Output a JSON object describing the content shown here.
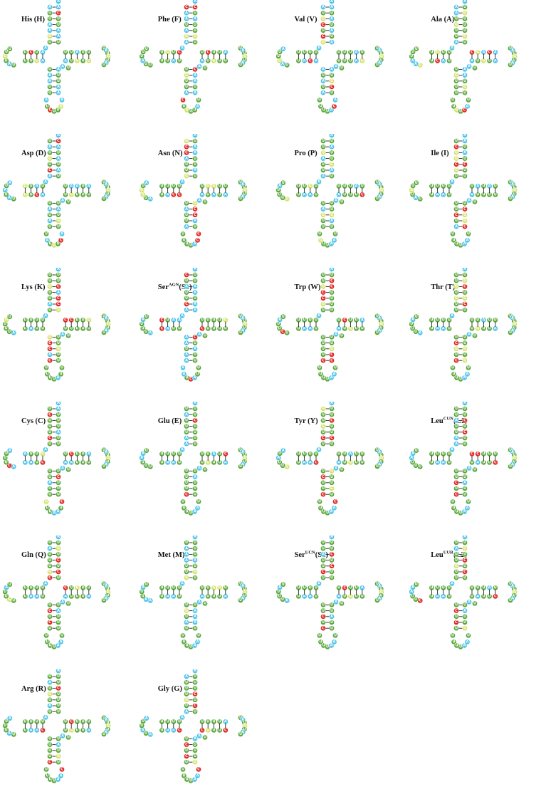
{
  "colors": {
    "A": "#4dc3ea",
    "U": "#5aa83c",
    "G": "#d6e26a",
    "C": "#e02a26",
    "bond": "#222222",
    "nt_text": "#ffffff"
  },
  "panels": [
    {
      "id": "his",
      "label": "His (H)",
      "sup": "",
      "suffix": "",
      "stem": [
        "A",
        "U",
        "U",
        "A",
        "A",
        "G",
        "U"
      ],
      "anti": [
        "U",
        "A",
        "A",
        "U",
        "U",
        "C",
        "A"
      ],
      "loop": [
        "A",
        "U",
        "C",
        "U",
        "U",
        "G",
        "A"
      ],
      "dloop": [
        "A",
        "U",
        "U",
        "G",
        "A",
        "U",
        "A",
        "U",
        "G",
        "U",
        "U"
      ],
      "tloop": [
        "U",
        "U",
        "A",
        "U",
        "U",
        "G",
        "U",
        "G",
        "U",
        "A"
      ]
    },
    {
      "id": "phe",
      "label": "Phe (F)",
      "sup": "",
      "suffix": "",
      "stem": [
        "C",
        "A",
        "A",
        "U",
        "A",
        "G",
        "A"
      ],
      "anti": [
        "U",
        "G",
        "U",
        "U",
        "A",
        "U",
        "C"
      ],
      "loop": [
        "C",
        "U",
        "G",
        "U",
        "U",
        "A",
        "U"
      ],
      "dloop": [
        "A",
        "A",
        "G",
        "C",
        "U",
        "U",
        "U",
        "A",
        "U",
        "U",
        "U"
      ],
      "tloop": [
        "U",
        "C",
        "U",
        "U",
        "A",
        "U",
        "U",
        "G",
        "U",
        "A"
      ]
    },
    {
      "id": "val",
      "label": "Val (V)",
      "sup": "",
      "suffix": "",
      "stem": [
        "A",
        "U",
        "G",
        "C",
        "U",
        "C",
        "G"
      ],
      "anti": [
        "A",
        "U",
        "A",
        "U",
        "A",
        "U",
        "A"
      ],
      "loop": [
        "U",
        "U",
        "U",
        "U",
        "A",
        "C",
        "A"
      ],
      "dloop": [
        "C",
        "C",
        "U",
        "A",
        "A",
        "U",
        "A",
        "G",
        "U",
        "U",
        "A"
      ],
      "tloop": [
        "U",
        "U",
        "U",
        "A",
        "U",
        "G",
        "A",
        "U",
        "U",
        "U"
      ]
    },
    {
      "id": "ala",
      "label": "Ala (A)",
      "sup": "",
      "suffix": "",
      "stem": [
        "A",
        "A",
        "U",
        "G",
        "U",
        "U",
        "A"
      ],
      "anti": [
        "U",
        "G",
        "U",
        "U",
        "U",
        "G",
        "U"
      ],
      "loop": [
        "U",
        "U",
        "G",
        "U",
        "C",
        "A",
        "U"
      ],
      "dloop": [
        "A",
        "A",
        "U",
        "A",
        "U",
        "G",
        "A",
        "A",
        "U",
        "U",
        "U"
      ],
      "tloop": [
        "C",
        "G",
        "A",
        "C",
        "A",
        "A",
        "U",
        "G",
        "U",
        "A"
      ]
    },
    {
      "id": "asp",
      "label": "Asp (D)",
      "sup": "",
      "suffix": "",
      "stem": [
        "U",
        "A",
        "U",
        "G",
        "U",
        "C",
        "A"
      ],
      "anti": [
        "U",
        "A",
        "U",
        "A",
        "U",
        "A",
        "C"
      ],
      "loop": [
        "U",
        "A",
        "U",
        "G",
        "U",
        "C",
        "A"
      ],
      "dloop": [
        "A",
        "U",
        "A",
        "A",
        "U",
        "U",
        "A",
        "U",
        "A",
        "U",
        "A"
      ],
      "tloop": [
        "U",
        "A",
        "A",
        "U",
        "A",
        "U",
        "U",
        "U",
        "G",
        "U"
      ]
    },
    {
      "id": "asn",
      "label": "Asn (N)",
      "sup": "",
      "suffix": "",
      "stem": [
        "G",
        "C",
        "C",
        "A",
        "U",
        "U",
        "G"
      ],
      "anti": [
        "U",
        "A",
        "U",
        "U",
        "A",
        "A",
        "U"
      ],
      "loop": [
        "U",
        "U",
        "U",
        "U",
        "A",
        "C",
        "C"
      ],
      "dloop": [
        "A",
        "U",
        "U",
        "A",
        "A",
        "A",
        "U",
        "G",
        "G",
        "U",
        "A"
      ],
      "tloop": [
        "U",
        "G",
        "G",
        "U",
        "U",
        "A",
        "U",
        "A",
        "U",
        "A"
      ]
    },
    {
      "id": "pro",
      "label": "Pro (P)",
      "sup": "",
      "suffix": "",
      "stem": [
        "U",
        "U",
        "G",
        "A",
        "U",
        "U",
        "A"
      ],
      "anti": [
        "U",
        "A",
        "G",
        "U",
        "U",
        "A",
        "U"
      ],
      "loop": [
        "U",
        "G",
        "U",
        "U",
        "A",
        "A",
        "U"
      ],
      "dloop": [
        "U",
        "A",
        "A",
        "U",
        "U",
        "G",
        "U",
        "U",
        "U",
        "A",
        "U"
      ],
      "tloop": [
        "U",
        "U",
        "U",
        "A",
        "U",
        "C",
        "U",
        "U",
        "U",
        "A"
      ]
    },
    {
      "id": "ile",
      "label": "Ile (I)",
      "sup": "",
      "suffix": "",
      "stem": [
        "U",
        "C",
        "G",
        "G",
        "C",
        "G",
        "U"
      ],
      "anti": [
        "U",
        "U",
        "C",
        "U",
        "A",
        "U",
        "A"
      ],
      "loop": [
        "U",
        "U",
        "U",
        "U",
        "A",
        "A",
        "U"
      ],
      "dloop": [
        "G",
        "G",
        "C",
        "U",
        "C",
        "U",
        "A",
        "U",
        "G",
        "U",
        "U"
      ],
      "tloop": [
        "U",
        "A",
        "U",
        "A",
        "U",
        "U",
        "U",
        "U",
        "U",
        "A"
      ]
    },
    {
      "id": "lys",
      "label": "Lys (K)",
      "sup": "",
      "suffix": "",
      "stem": [
        "U",
        "U",
        "G",
        "U",
        "U",
        "A",
        "U"
      ],
      "anti": [
        "G",
        "C",
        "C",
        "A",
        "C",
        "U",
        "U"
      ],
      "loop": [
        "U",
        "U",
        "U",
        "U",
        "A",
        "U",
        "U"
      ],
      "dloop": [
        "U",
        "U",
        "U",
        "A",
        "C",
        "A",
        "U",
        "U",
        "U",
        "G",
        "U"
      ],
      "tloop": [
        "C",
        "C",
        "U",
        "U",
        "G",
        "U",
        "U",
        "U",
        "U",
        "U"
      ]
    },
    {
      "id": "ser1",
      "label": "Ser",
      "sup": "AGN",
      "suffix": "(S1)",
      "stem": [
        "C",
        "U",
        "A",
        "U",
        "U",
        "C",
        "A"
      ],
      "anti": [
        "A",
        "A",
        "U",
        "A",
        "A",
        "U",
        "U"
      ],
      "loop": [
        "A",
        "A",
        "U",
        "C",
        "A",
        "U",
        "U"
      ],
      "dloop": [
        "U",
        "U",
        "U",
        "A",
        "A",
        "A",
        "U",
        "U",
        "U",
        "A",
        "U"
      ],
      "tloop": [
        "U",
        "U",
        "U",
        "U",
        "G",
        "U",
        "U",
        "U",
        "U",
        "C"
      ]
    },
    {
      "id": "trp",
      "label": "Trp (W)",
      "sup": "",
      "suffix": "",
      "stem": [
        "U",
        "U",
        "G",
        "C",
        "C",
        "G",
        "U"
      ],
      "anti": [
        "U",
        "U",
        "U",
        "U",
        "C",
        "C",
        "U"
      ],
      "loop": [
        "U",
        "U",
        "U",
        "U",
        "A",
        "A",
        "U"
      ],
      "dloop": [
        "A",
        "U",
        "G",
        "A",
        "U",
        "U",
        "C",
        "U",
        "U",
        "A",
        "U"
      ],
      "tloop": [
        "U",
        "C",
        "U",
        "U",
        "A",
        "U",
        "U",
        "G",
        "U",
        "A"
      ]
    },
    {
      "id": "thr",
      "label": "Thr (T)",
      "sup": "",
      "suffix": "",
      "stem": [
        "U",
        "U",
        "G",
        "U",
        "G",
        "U",
        "U"
      ],
      "anti": [
        "U",
        "C",
        "G",
        "U",
        "C",
        "G",
        "U"
      ],
      "loop": [
        "U",
        "U",
        "U",
        "U",
        "A",
        "A",
        "U"
      ],
      "dloop": [
        "A",
        "C",
        "A",
        "U",
        "U",
        "A",
        "U",
        "U",
        "U",
        "A",
        "U"
      ],
      "tloop": [
        "U",
        "U",
        "A",
        "U",
        "U",
        "A",
        "U",
        "U",
        "G",
        "U"
      ]
    },
    {
      "id": "cys",
      "label": "Cys (C)",
      "sup": "",
      "suffix": "",
      "stem": [
        "U",
        "C",
        "U",
        "U",
        "U",
        "C",
        "U"
      ],
      "anti": [
        "U",
        "U",
        "A",
        "U",
        "U",
        "U",
        "A"
      ],
      "loop": [
        "G",
        "U",
        "U",
        "A",
        "A",
        "U",
        "C"
      ],
      "dloop": [
        "A",
        "A",
        "U",
        "A",
        "U",
        "A",
        "C",
        "U",
        "U",
        "U",
        "A"
      ],
      "tloop": [
        "U",
        "C",
        "U",
        "U",
        "A",
        "U",
        "U",
        "U",
        "A",
        "A"
      ]
    },
    {
      "id": "glu",
      "label": "Glu (E)",
      "sup": "",
      "suffix": "",
      "stem": [
        "U",
        "A",
        "U",
        "U",
        "U",
        "A",
        "A"
      ],
      "anti": [
        "U",
        "U",
        "U",
        "U",
        "C",
        "U",
        "U"
      ],
      "loop": [
        "U",
        "U",
        "U",
        "U",
        "A",
        "A",
        "U"
      ],
      "dloop": [
        "U",
        "A",
        "C",
        "U",
        "G",
        "U",
        "U",
        "U",
        "A",
        "A",
        "U"
      ],
      "tloop": [
        "U",
        "U",
        "A",
        "U",
        "C",
        "A",
        "U",
        "U",
        "G",
        "U"
      ]
    },
    {
      "id": "tyr",
      "label": "Tyr (Y)",
      "sup": "",
      "suffix": "",
      "stem": [
        "G",
        "U",
        "U",
        "G",
        "U",
        "C",
        "U"
      ],
      "anti": [
        "U",
        "C",
        "U",
        "U",
        "C",
        "U",
        "U"
      ],
      "loop": [
        "U",
        "U",
        "U",
        "U",
        "A",
        "A",
        "C"
      ],
      "dloop": [
        "U",
        "U",
        "U",
        "A",
        "U",
        "G",
        "U",
        "U",
        "A",
        "U",
        "A"
      ],
      "tloop": [
        "U",
        "U",
        "A",
        "U",
        "U",
        "U",
        "U",
        "G",
        "U",
        "A"
      ]
    },
    {
      "id": "leu1",
      "label": "Leu",
      "sup": "CUN",
      "suffix": "(L1)",
      "stem": [
        "U",
        "U",
        "A",
        "U",
        "U",
        "A",
        "A"
      ],
      "anti": [
        "U",
        "U",
        "C",
        "U",
        "C",
        "U",
        "U"
      ],
      "loop": [
        "U",
        "U",
        "U",
        "U",
        "A",
        "A",
        "U"
      ],
      "dloop": [
        "U",
        "A",
        "U",
        "A",
        "U",
        "U",
        "U",
        "U",
        "A",
        "A",
        "U"
      ],
      "tloop": [
        "C",
        "C",
        "U",
        "U",
        "U",
        "C",
        "U",
        "U",
        "A",
        "U"
      ]
    },
    {
      "id": "gln",
      "label": "Gln (Q)",
      "sup": "",
      "suffix": "",
      "stem": [
        "U",
        "A",
        "U",
        "U",
        "U",
        "G",
        "C"
      ],
      "anti": [
        "U",
        "C",
        "U",
        "C",
        "U",
        "G",
        "U"
      ],
      "loop": [
        "U",
        "U",
        "U",
        "U",
        "A",
        "A",
        "U"
      ],
      "dloop": [
        "C",
        "A",
        "A",
        "U",
        "U",
        "U",
        "G",
        "U",
        "U",
        "A",
        "U"
      ],
      "tloop": [
        "C",
        "U",
        "G",
        "U",
        "U",
        "A",
        "U",
        "U",
        "U",
        "A"
      ]
    },
    {
      "id": "met",
      "label": "Met (M)",
      "sup": "",
      "suffix": "",
      "stem": [
        "U",
        "A",
        "A",
        "A",
        "U",
        "U",
        "G"
      ],
      "anti": [
        "U",
        "G",
        "U",
        "A",
        "U",
        "U",
        "U"
      ],
      "loop": [
        "U",
        "U",
        "U",
        "U",
        "A",
        "A",
        "U"
      ],
      "dloop": [
        "C",
        "A",
        "A",
        "U",
        "A",
        "A",
        "A",
        "U",
        "U",
        "A",
        "U"
      ],
      "tloop": [
        "U",
        "U",
        "G",
        "G",
        "U",
        "A",
        "U",
        "U",
        "U",
        "A"
      ]
    },
    {
      "id": "ser2",
      "label": "Ser",
      "sup": "UCN",
      "suffix": "(S2)",
      "stem": [
        "U",
        "U",
        "A",
        "U",
        "U",
        "C",
        "U"
      ],
      "anti": [
        "U",
        "U",
        "C",
        "U",
        "C",
        "U",
        "U"
      ],
      "loop": [
        "U",
        "U",
        "U",
        "U",
        "A",
        "A",
        "U"
      ],
      "dloop": [
        "U",
        "U",
        "U",
        "A",
        "U",
        "A",
        "U",
        "U",
        "U",
        "A",
        "U"
      ],
      "tloop": [
        "U",
        "C",
        "U",
        "U",
        "A",
        "U",
        "U",
        "G",
        "U",
        "A"
      ]
    },
    {
      "id": "leu2",
      "label": "Leu",
      "sup": "UUR",
      "suffix": "(L2)",
      "stem": [
        "U",
        "A",
        "U",
        "U",
        "G",
        "U",
        "U"
      ],
      "anti": [
        "U",
        "C",
        "U",
        "C",
        "U",
        "G",
        "U"
      ],
      "loop": [
        "U",
        "U",
        "U",
        "U",
        "A",
        "A",
        "U"
      ],
      "dloop": [
        "A",
        "U",
        "U",
        "A",
        "U",
        "C",
        "U",
        "U",
        "A",
        "A",
        "U"
      ],
      "tloop": [
        "U",
        "U",
        "U",
        "A",
        "U",
        "C",
        "U",
        "U",
        "A",
        "U"
      ]
    },
    {
      "id": "arg",
      "label": "Arg (R)",
      "sup": "",
      "suffix": "",
      "stem": [
        "U",
        "A",
        "U",
        "G",
        "U",
        "A",
        "U"
      ],
      "anti": [
        "U",
        "U",
        "U",
        "U",
        "C",
        "U",
        "U"
      ],
      "loop": [
        "U",
        "U",
        "U",
        "U",
        "A",
        "A",
        "C"
      ],
      "dloop": [
        "U",
        "A",
        "U",
        "C",
        "U",
        "U",
        "A",
        "U",
        "U",
        "U",
        "A"
      ],
      "tloop": [
        "U",
        "C",
        "U",
        "U",
        "U",
        "A",
        "U",
        "U",
        "G",
        "U"
      ]
    },
    {
      "id": "gly",
      "label": "Gly (G)",
      "sup": "",
      "suffix": "",
      "stem": [
        "A",
        "U",
        "U",
        "U",
        "G",
        "U",
        "A"
      ],
      "anti": [
        "U",
        "C",
        "U",
        "C",
        "U",
        "U",
        "U"
      ],
      "loop": [
        "U",
        "U",
        "U",
        "U",
        "A",
        "A",
        "C"
      ],
      "dloop": [
        "A",
        "U",
        "A",
        "U",
        "U",
        "A",
        "U",
        "A",
        "U",
        "U",
        "A"
      ],
      "tloop": [
        "U",
        "U",
        "U",
        "U",
        "A",
        "C",
        "U",
        "U",
        "G",
        "C"
      ]
    }
  ]
}
